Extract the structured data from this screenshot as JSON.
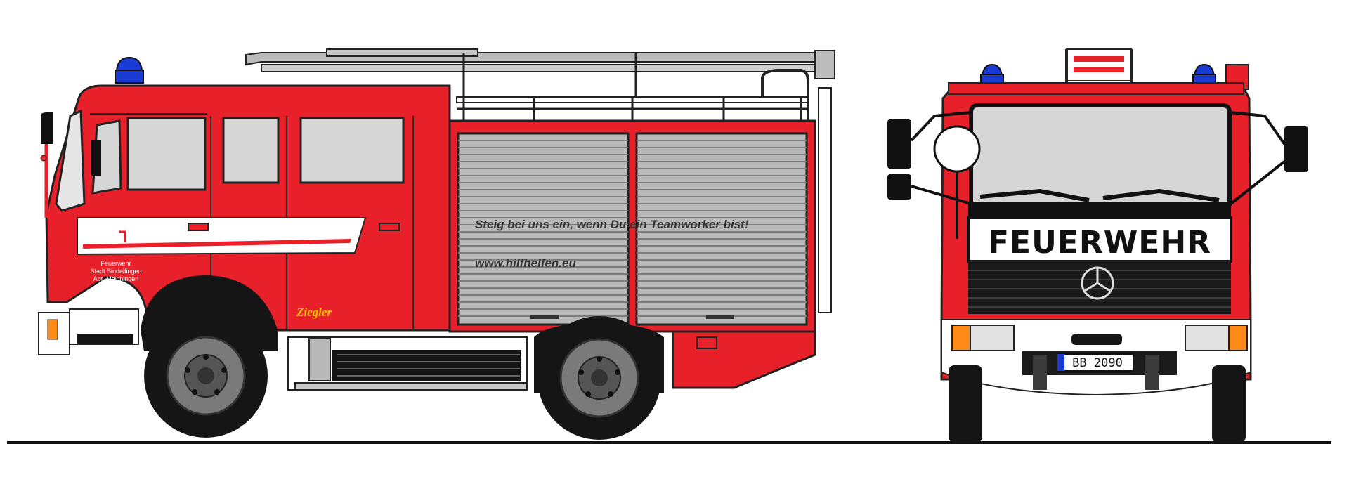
{
  "side_view": {
    "door_text": [
      "Feuerwehr",
      "Stadt Sindelfingen",
      "Abt. Maichingen"
    ],
    "shutter_slogan": "Steig bei uns ein, wenn Du ein Teamworker bist!",
    "shutter_url": "www.hilfhelfen.eu",
    "bodybuilder_logo": "Ziegler"
  },
  "front_view": {
    "windshield_banner": "FEUERWEHR",
    "license_plate": "BB 2090"
  },
  "colors": {
    "body_red": "#e8202a",
    "shutter_grey": "#b9b9b9",
    "glass": "#d6d6d6",
    "beacon_blue": "#1a3cd4",
    "tire": "#151515"
  }
}
